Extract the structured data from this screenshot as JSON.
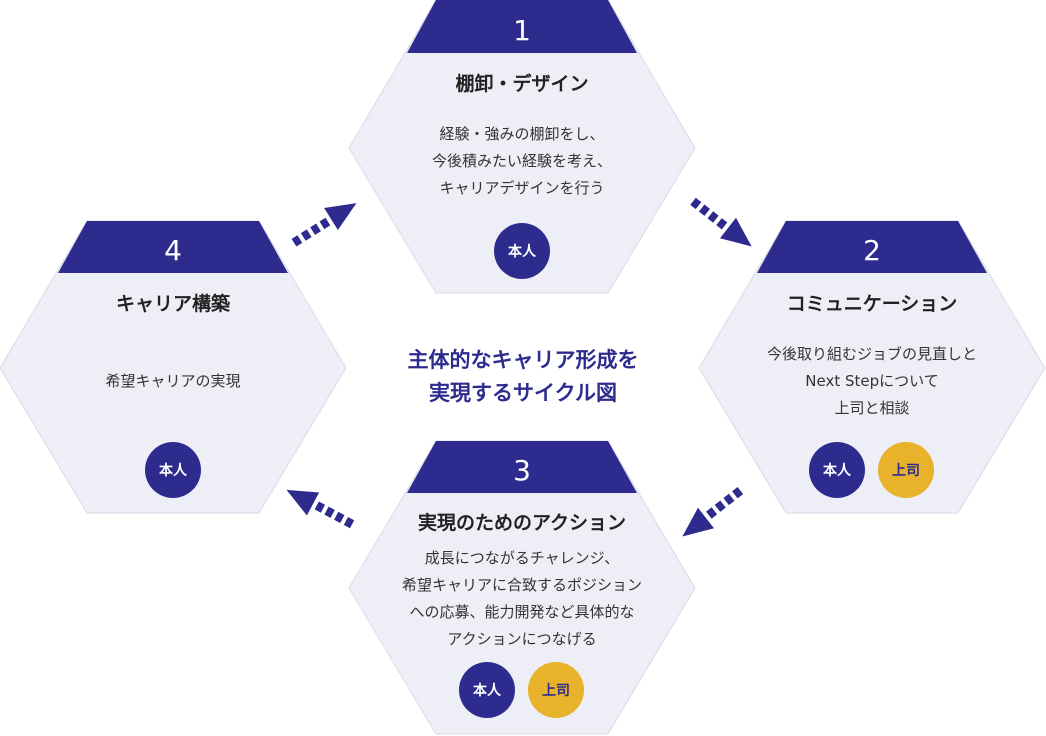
{
  "colors": {
    "primary": "#2d2c8e",
    "hex_fill": "#eeeff6",
    "hex_stroke": "#d9dae8",
    "gold": "#e8b22a",
    "gold_text": "#2d2c8e"
  },
  "center": {
    "lines": [
      "主体的なキャリア形成を",
      "実現するサイクル図"
    ]
  },
  "steps": [
    {
      "number": "1",
      "title": "棚卸・デザイン",
      "desc": [
        "経験・強みの棚卸をし、",
        "今後積みたい経験を考え、",
        "キャリアデザインを行う"
      ],
      "badges": [
        "本人"
      ]
    },
    {
      "number": "2",
      "title": "コミュニケーション",
      "desc": [
        "今後取り組むジョブの見直しと",
        "Next Stepについて",
        "上司と相談"
      ],
      "badges": [
        "本人",
        "上司"
      ]
    },
    {
      "number": "3",
      "title": "実現のためのアクション",
      "desc": [
        "成長につながるチャレンジ、",
        "希望キャリアに合致するポジション",
        "への応募、能力開発など具体的な",
        "アクションにつなげる"
      ],
      "badges": [
        "本人",
        "上司"
      ]
    },
    {
      "number": "4",
      "title": "キャリア構築",
      "desc": [
        "希望キャリアの実現"
      ],
      "badges": [
        "本人"
      ]
    }
  ],
  "arrow_icons": [
    "arrow-icon",
    "arrow-icon",
    "arrow-icon",
    "arrow-icon"
  ]
}
